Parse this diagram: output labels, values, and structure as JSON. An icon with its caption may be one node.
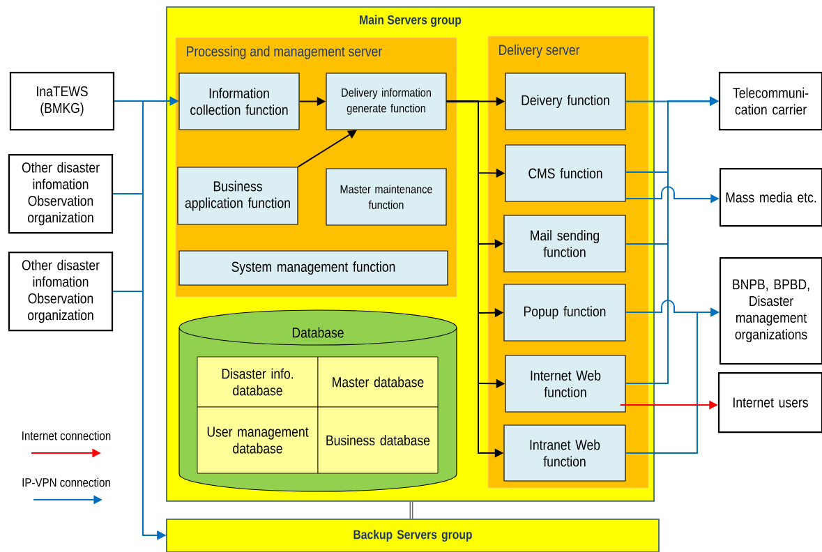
{
  "diagram": {
    "nodes": [
      {
        "text": [
          "InaTEWS (BMKG)"
        ]
      },
      {
        "text": [
          "Other disaster infomation Observation organization"
        ]
      },
      {
        "text": [
          "Other disaster infomation Observation organization"
        ]
      },
      {
        "text": [
          "Main Servers group"
        ]
      },
      {
        "text": [
          "Processing and management server"
        ],
        "in": 3
      },
      {
        "text": [
          "Information collection function"
        ],
        "in": 4
      },
      {
        "text": [
          "Delivery information generate function"
        ],
        "in": 4
      },
      {
        "text": [
          "Business application function"
        ],
        "in": 4
      },
      {
        "text": [
          "Master maintenance function"
        ],
        "in": 4
      },
      {
        "text": [
          "System management function"
        ],
        "in": 4
      },
      {
        "text": [
          "Database"
        ],
        "in": 3
      },
      {
        "text": [
          "Disaster info. database"
        ],
        "in": 10
      },
      {
        "text": [
          "Master database"
        ],
        "in": 10
      },
      {
        "text": [
          "User management database"
        ],
        "in": 10
      },
      {
        "text": [
          "Business database"
        ],
        "in": 10
      },
      {
        "text": [
          "Delivery server"
        ],
        "in": 3
      },
      {
        "text": [
          "Deivery function"
        ],
        "in": 15
      },
      {
        "text": [
          "CMS function"
        ],
        "in": 15
      },
      {
        "text": [
          "Mail sending function"
        ],
        "in": 15
      },
      {
        "text": [
          "Popup function"
        ],
        "in": 15
      },
      {
        "text": [
          "Internet Web function"
        ],
        "in": 15
      },
      {
        "text": [
          "Intranet Web function"
        ],
        "in": 15
      },
      {
        "text": [
          "Telecommuni- cation carrier"
        ]
      },
      {
        "text": [
          "Mass media etc."
        ]
      },
      {
        "text": [
          "BNPB, BPBD, Disaster management organizations"
        ]
      },
      {
        "text": [
          "Internet users"
        ]
      },
      {
        "text": [
          "Backup Servers group"
        ]
      }
    ],
    "edges": [
      {
        "from": 0,
        "to": 5,
        "arrow": "to"
      },
      {
        "from": 1,
        "to": 5,
        "arrow": "to"
      },
      {
        "from": 2,
        "to": 5,
        "arrow": "to"
      },
      {
        "from": 0,
        "to": 26,
        "arrow": "to"
      },
      {
        "from": 1,
        "to": 26,
        "arrow": "to"
      },
      {
        "from": 2,
        "to": 26,
        "arrow": "to"
      },
      {
        "from": 5,
        "to": 6,
        "arrow": "to",
        "color": "#000000"
      },
      {
        "from": 7,
        "to": 6,
        "arrow": "to",
        "color": "#000000"
      },
      {
        "from": 6,
        "to": 16,
        "arrow": "to",
        "color": "#000000"
      },
      {
        "from": 6,
        "to": 17,
        "arrow": "to",
        "color": "#000000"
      },
      {
        "from": 6,
        "to": 18,
        "arrow": "to",
        "color": "#000000"
      },
      {
        "from": 6,
        "to": 19,
        "arrow": "to",
        "color": "#000000"
      },
      {
        "from": 6,
        "to": 20,
        "arrow": "to",
        "color": "#000000"
      },
      {
        "from": 6,
        "to": 21,
        "arrow": "to",
        "color": "#000000"
      },
      {
        "from": 16,
        "to": 22,
        "arrow": "to"
      },
      {
        "from": 17,
        "to": 22,
        "arrow": "to"
      },
      {
        "from": 18,
        "to": 22,
        "arrow": "to"
      },
      {
        "from": 20,
        "to": 22,
        "arrow": "to"
      },
      {
        "from": 17,
        "to": 23,
        "arrow": "to"
      },
      {
        "from": 19,
        "to": 24,
        "arrow": "to"
      },
      {
        "from": 21,
        "to": 24,
        "arrow": "to"
      },
      {
        "from": 20,
        "to": 25,
        "arrow": "to",
        "color": "#ff0000"
      },
      {
        "from": 3,
        "to": 26,
        "arrow": "none",
        "style": "thick",
        "color": "#000000"
      }
    ],
    "legend": [
      {
        "text": "Internet connection"
      },
      {
        "text": "IP-VPN connection"
      }
    ]
  }
}
